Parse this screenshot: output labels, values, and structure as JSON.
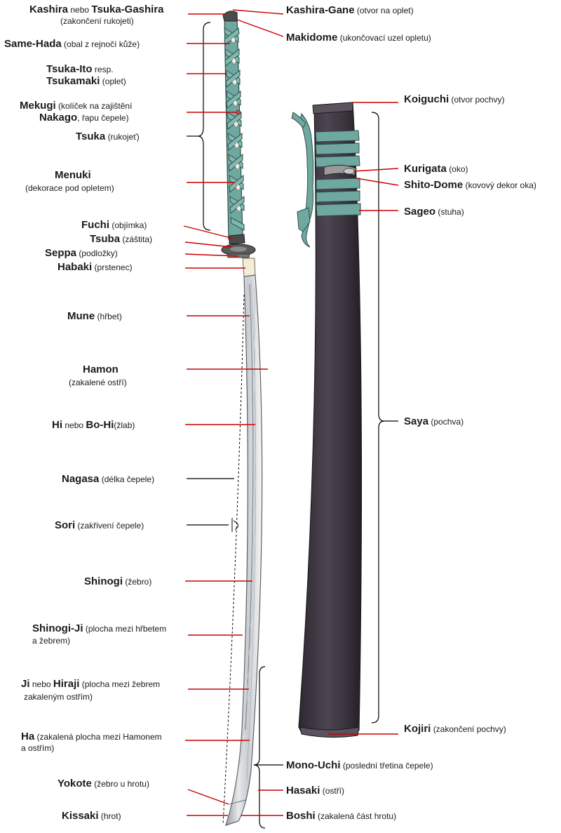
{
  "labels": {
    "kashira": {
      "term": "Kashira",
      "sep": "nebo",
      "term2": "Tsuka-Gashira",
      "desc": "(zakončení rukojeti)"
    },
    "same_hada": {
      "term": "Same-Hada",
      "desc": "(obal z rejnočí kůže)"
    },
    "tsuka_ito": {
      "term": "Tsuka-Ito",
      "sep": "resp.",
      "term2": "Tsukamaki",
      "desc": "(oplet)"
    },
    "mekugi": {
      "term": "Mekugi",
      "desc": "(kolíček na zajištění",
      "term2": "Nakago",
      "desc2": ", řapu čepele)"
    },
    "tsuka": {
      "term": "Tsuka",
      "desc": "(rukojeť)"
    },
    "menuki": {
      "term": "Menuki",
      "desc": "(dekorace pod opletem)"
    },
    "fuchi": {
      "term": "Fuchi",
      "desc": "(objímka)"
    },
    "tsuba": {
      "term": "Tsuba",
      "desc": "(záštita)"
    },
    "seppa": {
      "term": "Seppa",
      "desc": "(podložky)"
    },
    "habaki": {
      "term": "Habaki",
      "desc": "(prstenec)"
    },
    "mune": {
      "term": "Mune",
      "desc": "(hřbet)"
    },
    "hamon": {
      "term": "Hamon",
      "desc": "(zakalené ostří)"
    },
    "hi": {
      "term": "Hi",
      "sep": "nebo",
      "term2": "Bo-Hi",
      "desc": "(žlab)"
    },
    "nagasa": {
      "term": "Nagasa",
      "desc": "(délka čepele)"
    },
    "sori": {
      "term": "Sori",
      "desc": "(zakřivení čepele)"
    },
    "shinogi": {
      "term": "Shinogi",
      "desc": "(žebro)"
    },
    "shinogi_ji": {
      "term": "Shinogi-Ji",
      "desc": "(plocha mezi hřbetem",
      "desc2": "a žebrem)"
    },
    "ji": {
      "term": "Ji",
      "sep": "nebo",
      "term2": "Hiraji",
      "desc": "(plocha mezi žebrem",
      "desc2": "zakaleným ostřím)"
    },
    "ha": {
      "term": "Ha",
      "desc": "(zakalená plocha mezi Hamonem",
      "desc2": "a ostřím)"
    },
    "yokote": {
      "term": "Yokote",
      "desc": "(žebro u hrotu)"
    },
    "kissaki": {
      "term": "Kissaki",
      "desc": "(hrot)"
    },
    "kashira_gane": {
      "term": "Kashira-Gane",
      "desc": "(otvor na oplet)"
    },
    "makidome": {
      "term": "Makidome",
      "desc": "(ukončovací uzel opletu)"
    },
    "koiguchi": {
      "term": "Koiguchi",
      "desc": "(otvor pochvy)"
    },
    "kurigata": {
      "term": "Kurigata",
      "desc": "(oko)"
    },
    "shito_dome": {
      "term": "Shito-Dome",
      "desc": "(kovový dekor oka)"
    },
    "sageo": {
      "term": "Sageo",
      "desc": "(stuha)"
    },
    "saya": {
      "term": "Saya",
      "desc": "(pochva)"
    },
    "kojiri": {
      "term": "Kojiri",
      "desc": "(zakončení pochvy)"
    },
    "mono_uchi": {
      "term": "Mono-Uchi",
      "desc": "(poslední třetina čepele)"
    },
    "hasaki": {
      "term": "Hasaki",
      "desc": "(ostří)"
    },
    "boshi": {
      "term": "Boshi",
      "desc": "(zakalená část hrotu)"
    }
  },
  "colors": {
    "leader": "#cc0000",
    "bracket": "#000000",
    "ito": "#6fa8a0",
    "ito_dark": "#3f6f68",
    "blade": "#d6d9dc",
    "blade_dark": "#8e9399",
    "saya": "#3d3640",
    "habaki": "#f3ecd8"
  }
}
